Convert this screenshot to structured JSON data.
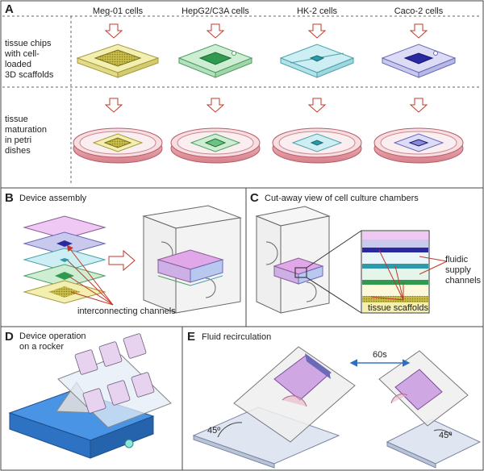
{
  "panel_a": {
    "letter": "A",
    "columns": [
      "Meg-01 cells",
      "HepG2/C3A cells",
      "HK-2 cells",
      "Caco-2 cells"
    ],
    "row1_lines": [
      "tissue chips",
      "with cell-",
      "loaded",
      "3D scaffolds"
    ],
    "row2_lines": [
      "tissue",
      "maturation",
      "in petri",
      "dishes"
    ]
  },
  "panel_b": {
    "letter": "B",
    "title": "Device assembly",
    "annotation": "interconnecting channels"
  },
  "panel_c": {
    "letter": "C",
    "title": "Cut-away view of cell culture chambers",
    "annotation_lines": [
      "fluidic",
      "supply",
      "channels"
    ],
    "annotation2": "tissue scaffolds"
  },
  "panel_d": {
    "letter": "D",
    "title_lines": [
      "Device operation",
      "on a rocker"
    ]
  },
  "panel_e": {
    "letter": "E",
    "title": "Fluid recirculation",
    "time": "60s",
    "angle_left": "45º",
    "angle_right": "45º"
  },
  "colors": {
    "meg01": "#b8ac3a",
    "hepg2": "#2f9a50",
    "hk2": "#2c9aa8",
    "caco2": "#2a2aa0",
    "dish": "#e9a0a8",
    "device_pink": "#d7a0e0",
    "rocker": "#2f7fd6",
    "arrow_red": "#c0392b"
  }
}
